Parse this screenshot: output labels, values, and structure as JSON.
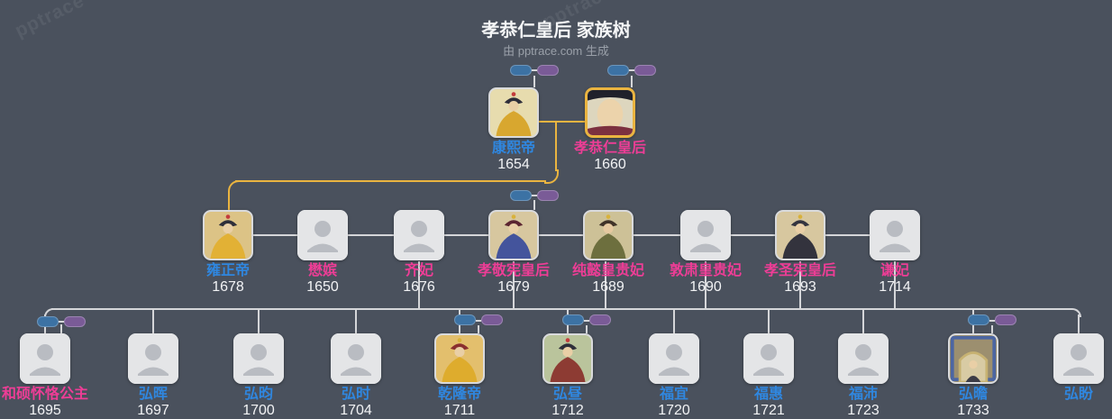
{
  "title": "孝恭仁皇后 家族树",
  "subtitle": "由 pptrace.com 生成",
  "watermark": "pptrace",
  "colors": {
    "bg": "#4a515d",
    "card": "#e4e5e7",
    "silhouette": "#b9bcc2",
    "line": "#d5d6d9",
    "male": "#2f87e0",
    "female": "#ee3d96",
    "year": "#f2f3f5",
    "highlight": "#eab440",
    "pillblue": "#3c72a4",
    "pillpurple": "#7a5b97",
    "title": "#f5f6f7",
    "subtitle": "#9aa0a9",
    "watermark": "rgba(255,255,255,0.07)"
  },
  "people": {
    "gen1": [
      {
        "name": "康熙帝",
        "year": "1654",
        "portrait": {
          "type": "figure",
          "bg": "#e7dcae",
          "hat": "#2e2e3a",
          "hatTop": "#c43c3c",
          "skin": "#e9cfa6",
          "robe": "#d8a72f"
        }
      },
      {
        "name": "孝恭仁皇后",
        "year": "1660",
        "highlighted": true,
        "portrait": {
          "type": "face",
          "bg": "#ddd6be",
          "hat": "#20212b",
          "skin": "#ecd3ab",
          "robe": "#7c303f"
        }
      }
    ],
    "gen2": [
      {
        "name": "雍正帝",
        "year": "1678",
        "portrait": {
          "type": "figure",
          "bg": "#dcc386",
          "hat": "#2e2e3a",
          "hatTop": "#c43c3c",
          "skin": "#e9cfa6",
          "robe": "#e2b135"
        }
      },
      {
        "name": "懋嫔",
        "year": "1650",
        "portrait": null
      },
      {
        "name": "齐妃",
        "year": "1676",
        "portrait": null
      },
      {
        "name": "孝敬宪皇后",
        "year": "1679",
        "portrait": {
          "type": "figure",
          "bg": "#d7c79f",
          "hat": "#5c2531",
          "hatTop": "#d8b23c",
          "skin": "#e9cfa6",
          "robe": "#44549c"
        }
      },
      {
        "name": "纯懿皇贵妃",
        "year": "1689",
        "portrait": {
          "type": "figure",
          "bg": "#cdc197",
          "hat": "#403328",
          "hatTop": "#d8b23c",
          "skin": "#e6c9a0",
          "robe": "#6d6f3e"
        }
      },
      {
        "name": "敦肃皇贵妃",
        "year": "1690",
        "portrait": null
      },
      {
        "name": "孝圣宪皇后",
        "year": "1693",
        "portrait": {
          "type": "figure",
          "bg": "#d7c79f",
          "hat": "#34343f",
          "hatTop": "#d8b23c",
          "skin": "#e9cfa6",
          "robe": "#33333d"
        }
      },
      {
        "name": "谦妃",
        "year": "1714",
        "portrait": null
      }
    ],
    "gen3": [
      {
        "name": "和硕怀恪公主",
        "year": "1695",
        "portrait": null
      },
      {
        "name": "弘晖",
        "year": "1697",
        "portrait": null
      },
      {
        "name": "弘昀",
        "year": "1700",
        "portrait": null
      },
      {
        "name": "弘时",
        "year": "1704",
        "portrait": null
      },
      {
        "name": "乾隆帝",
        "year": "1711",
        "portrait": {
          "type": "figure",
          "bg": "#e3bf6d",
          "hat": "#8a2f2f",
          "hatTop": "#d8b23c",
          "skin": "#e9cfa6",
          "robe": "#deac2d"
        }
      },
      {
        "name": "弘昼",
        "year": "1712",
        "portrait": {
          "type": "figure",
          "bg": "#bac49c",
          "hat": "#2e2e3a",
          "hatTop": "#c43c3c",
          "skin": "#e9cfa6",
          "robe": "#8d3b33"
        }
      },
      {
        "name": "福宜",
        "year": "1720",
        "portrait": null
      },
      {
        "name": "福惠",
        "year": "1721",
        "portrait": null
      },
      {
        "name": "福沛",
        "year": "1723",
        "portrait": null
      },
      {
        "name": "弘曕",
        "year": "1733",
        "portrait": {
          "type": "arch",
          "bg": "#9c8f6f",
          "accent": "#c7b272",
          "accent2": "#4c66a2",
          "inner": "#d8cba4",
          "skin": "#e9cfa6",
          "robe": "#3c3c46"
        }
      },
      {
        "name": "弘盼",
        "year": "",
        "portrait": null
      }
    ]
  }
}
